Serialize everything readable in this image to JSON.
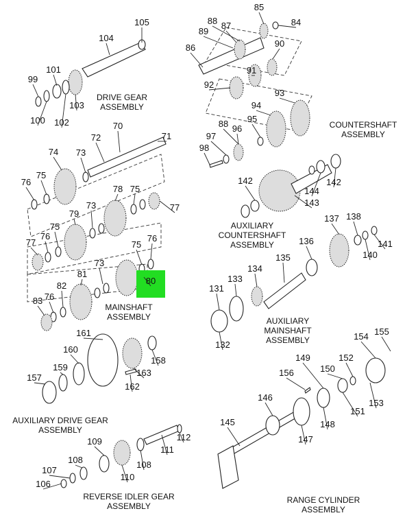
{
  "assemblies": [
    {
      "key": "drive",
      "lines": [
        "DRIVE GEAR",
        "ASSEMBLY"
      ]
    },
    {
      "key": "countershaft",
      "lines": [
        "COUNTERSHAFT",
        "ASSEMBLY"
      ]
    },
    {
      "key": "aux-counter",
      "lines": [
        "AUXILIARY",
        "COUNTERSHAFT",
        "ASSEMBLY"
      ]
    },
    {
      "key": "mainshaft",
      "lines": [
        "MAINSHAFT",
        "ASSEMBLY"
      ]
    },
    {
      "key": "aux-main",
      "lines": [
        "AUXILIARY",
        "MAINSHAFT",
        "ASSEMBLY"
      ]
    },
    {
      "key": "aux-drive",
      "lines": [
        "AUXILIARY DRIVE GEAR",
        "ASSEMBLY"
      ]
    },
    {
      "key": "reverse-idler",
      "lines": [
        "REVERSE IDLER GEAR",
        "ASSEMBLY"
      ]
    },
    {
      "key": "range-cylinder",
      "lines": [
        "RANGE CYLINDER",
        "ASSEMBLY"
      ]
    }
  ],
  "labels": [
    "105",
    "104",
    "101",
    "99",
    "100",
    "102",
    "103",
    "88",
    "85",
    "89",
    "87",
    "84",
    "86",
    "90",
    "91",
    "92",
    "93",
    "94",
    "70",
    "72",
    "71",
    "73",
    "74",
    "76",
    "75",
    "78",
    "77",
    "79",
    "82",
    "81",
    "80",
    "83",
    "95",
    "96",
    "97",
    "98",
    "142",
    "144",
    "143",
    "137",
    "138",
    "136",
    "141",
    "140",
    "135",
    "134",
    "133",
    "131",
    "132",
    "155",
    "154",
    "152",
    "153",
    "151",
    "150",
    "149",
    "156",
    "148",
    "147",
    "146",
    "145",
    "161",
    "160",
    "158",
    "159",
    "157",
    "163",
    "162",
    "109",
    "111",
    "112",
    "108",
    "107",
    "106",
    "110"
  ],
  "highlight": {
    "part": "80",
    "color": "#22dd22"
  }
}
